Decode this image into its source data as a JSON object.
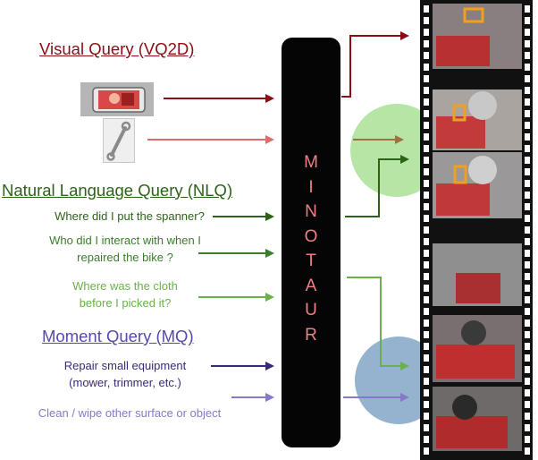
{
  "colors": {
    "vq": "#8b0e13",
    "vq_light": "#e06c6c",
    "nlq": "#2c6318",
    "nlq_mid": "#3a7d2b",
    "nlq_light": "#6ab04c",
    "mq": "#3a2a78",
    "mq_light": "#8878c8",
    "model_text": "#f07f86",
    "green_circle": "#7ccf5c",
    "blue_circle": "#4f81ad"
  },
  "headings": {
    "vq": "Visual Query (VQ2D)",
    "nlq": "Natural Language Query (NLQ)",
    "mq": "Moment Query (MQ)"
  },
  "queries": {
    "nlq": [
      "Where did I put the spanner?",
      "Who did I interact with when I\nrepaired the bike ?",
      "Where was the cloth\nbefore I picked it?"
    ],
    "mq": [
      "Repair small equipment\n(mower, trimmer, etc.)",
      "Clean / wipe other surface or object"
    ]
  },
  "model": {
    "name": "M\nI\nN\nO\nT\nA\nU\nR"
  },
  "icons": {
    "phone_image": "phone-photo-icon",
    "spanner_image": "spanner-photo-icon",
    "film_strip": "film-strip-icon",
    "detection_box": "bounding-box-icon"
  }
}
